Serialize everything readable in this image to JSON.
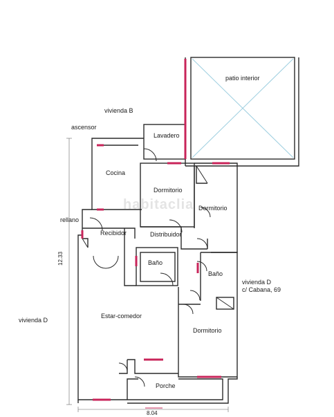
{
  "plan": {
    "watermark": "habitaclia",
    "rooms": {
      "patio_interior": "patio interior",
      "lavadero": "Lavadero",
      "cocina": "Cocina",
      "dormitorio_1": "Dormitorio",
      "dormitorio_2": "Dormitorio",
      "dormitorio_3": "Dormitorio",
      "recibidor": "Recibidor",
      "distribuidor": "Distribuidor",
      "bano_1": "Baño",
      "bano_2": "Baño",
      "estar_comedor": "Estar-comedor",
      "porche": "Porche"
    },
    "surroundings": {
      "vivienda_b": "vivienda B",
      "ascensor": "ascensor",
      "rellano": "rellano",
      "vivienda_d_left": "vivienda D",
      "vivienda_d_right_line1": "vivienda D",
      "vivienda_d_right_line2": "c/ Cabana, 69"
    },
    "dimensions": {
      "height": "12.33",
      "width": "8.04"
    },
    "colors": {
      "wall": "#2a2a2a",
      "window": "#c8245a",
      "patio_cross": "#9ecfe0"
    }
  }
}
